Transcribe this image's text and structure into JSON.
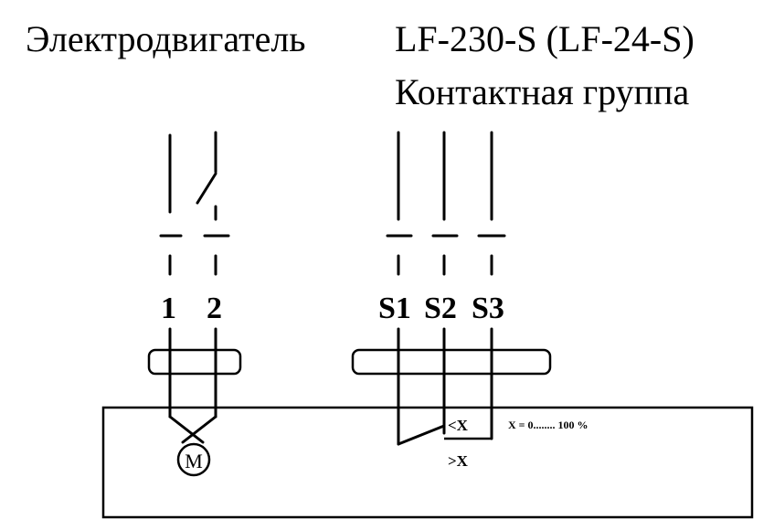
{
  "header": {
    "motor_title": "Электродвигатель",
    "model": "LF-230-S (LF-24-S)",
    "contact_group": "Контактная группа"
  },
  "terminals": {
    "motor": [
      "1",
      "2"
    ],
    "contacts": [
      "S1",
      "S2",
      "S3"
    ]
  },
  "box": {
    "motor_symbol": "M",
    "less_than": "<X",
    "greater_than": ">X",
    "range_note": "X = 0........ 100 %"
  }
}
